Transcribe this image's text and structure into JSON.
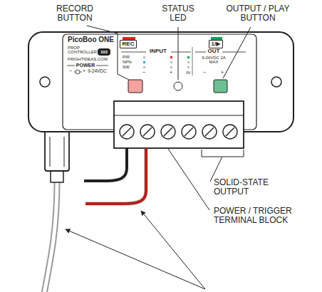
{
  "diagram": {
    "nodes": [
      {
        "text": [
          "REC"
        ]
      },
      {
        "text": [
          "1/▶"
        ]
      },
      {
        "text": [
          "102"
        ]
      }
    ],
    "labels": [
      "RECORD BUTTON",
      "STATUS LED",
      "OUTPUT / PLAY BUTTON",
      "PicoBoo ONE",
      "PROP CONTROLLER",
      "FRIGHTIDEAS.COM",
      "POWER",
      "−",
      "+",
      "9-24VDC",
      "INPUT",
      "OUT",
      "PIR",
      "NPN",
      "SW",
      "9-24VDC 2A MAX",
      "−",
      "+",
      "IN",
      "−",
      "+",
      "SOLID-STATE OUTPUT",
      "POWER / TRIGGER TERMINAL BLOCK"
    ]
  }
}
